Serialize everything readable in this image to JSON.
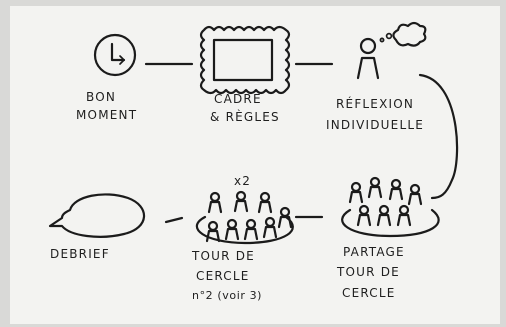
{
  "steps": [
    {
      "id": "bon-moment",
      "lines": [
        "BON",
        "MOMENT"
      ],
      "icon": "clock-icon"
    },
    {
      "id": "cadre",
      "lines": [
        "CADRE",
        "& RÈGLES"
      ],
      "icon": "frame-icon"
    },
    {
      "id": "reflexion",
      "lines": [
        "RÉFLEXION",
        "INDIVIDUELLE"
      ],
      "icon": "thinking-person-icon"
    },
    {
      "id": "partage",
      "lines": [
        "PARTAGE",
        "TOUR DE",
        "CERCLE"
      ],
      "icon": "group-circle-icon"
    },
    {
      "id": "tour2",
      "lines": [
        "TOUR DE",
        "CERCLE",
        "n°2 (voir 3)"
      ],
      "icon": "group-circle-icon",
      "multiplier": "x2"
    },
    {
      "id": "debrief",
      "lines": [
        "DEBRIEF"
      ],
      "icon": "speech-bubble-icon"
    }
  ],
  "colors": {
    "paper": "#f3f3f1",
    "background": "#d9d9d7",
    "ink": "#1b1b1b"
  }
}
